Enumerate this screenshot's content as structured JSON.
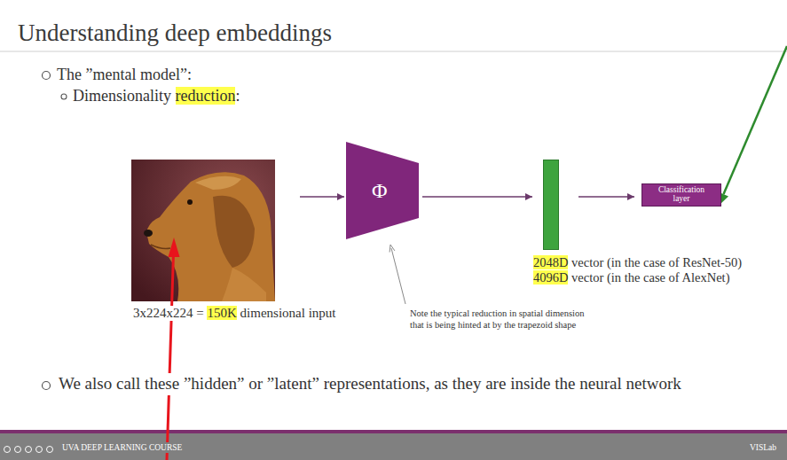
{
  "diagram": {
    "title": "Understanding deep embeddings",
    "nodes": [
      {
        "text": [
          "3x224x224 = 150K dimensional input"
        ]
      },
      {
        "text": [
          "Φ"
        ]
      },
      {
        "text": [
          "2048D vector (in the case of ResNet-50)",
          "4096D vector (in the case of AlexNet)"
        ]
      },
      {
        "text": [
          "Classification layer"
        ]
      }
    ],
    "edges": [
      {
        "from": 0,
        "to": 1,
        "arrow": "to"
      },
      {
        "from": 1,
        "to": 2,
        "arrow": "to"
      },
      {
        "from": 2,
        "to": 3,
        "arrow": "to"
      }
    ],
    "labels": [
      "The ”mental model”:",
      "Dimensionality reduction:",
      "Note the typical reduction in spatial dimension that is being hinted at by the trapezoid shape",
      "We also call these ”hidden” or ”latent” representations, as they are inside the neural network",
      "UVA DEEP LEARNING COURSE",
      "VISLab"
    ]
  }
}
